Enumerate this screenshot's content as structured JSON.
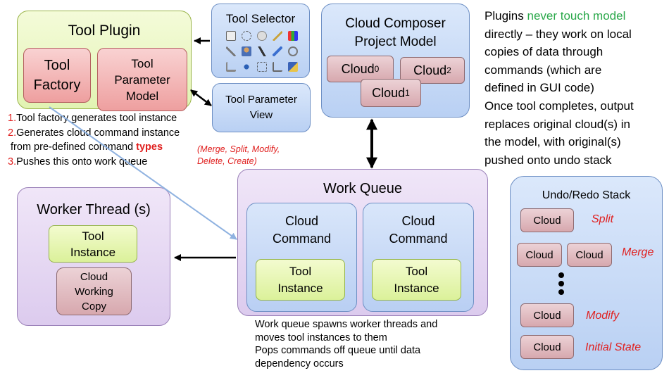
{
  "tool_plugin": {
    "title": "Tool Plugin",
    "factory": [
      "Tool",
      "Factory"
    ],
    "param_model": [
      "Tool",
      "Parameter",
      "Model"
    ]
  },
  "tool_selector": {
    "title": "Tool Selector"
  },
  "tool_param_view": {
    "title": [
      "Tool Parameter",
      "View"
    ]
  },
  "project_model": {
    "title": [
      "Cloud Composer",
      "Project Model"
    ],
    "clouds": [
      {
        "label": "Cloud",
        "sub": "0"
      },
      {
        "label": "Cloud",
        "sub": "2"
      },
      {
        "label": "Cloud",
        "sub": "1"
      }
    ]
  },
  "notes_right": {
    "line1_pre": "Plugins ",
    "line1_highlight": "never touch model",
    "lines": [
      "directly – they work on local",
      "copies of data through",
      "commands (which are",
      "defined in GUI code)",
      "Once tool completes, output",
      "replaces original cloud(s) in",
      "the model, with original(s)",
      "pushed onto undo stack"
    ],
    "highlight_color": "#2aa84a"
  },
  "steps": {
    "s1_num": "1.",
    "s1_text": "Tool factory generates tool instance",
    "s2_num": "2.",
    "s2_text": "Generates cloud command instance",
    "s2b_text": " from pre-defined command ",
    "s2b_bold": "types",
    "types_list": [
      "(Merge, Split, Modify,",
      "Delete, Create)"
    ],
    "s3_num": "3.",
    "s3_text": "Pushes this onto work queue"
  },
  "worker_thread": {
    "title": "Worker Thread (s)",
    "tool_instance": [
      "Tool",
      "Instance"
    ],
    "working_copy": [
      "Cloud",
      "Working",
      "Copy"
    ]
  },
  "work_queue": {
    "title": "Work Queue",
    "commands": [
      {
        "title": [
          "Cloud",
          "Command"
        ],
        "tool": [
          "Tool",
          "Instance"
        ]
      },
      {
        "title": [
          "Cloud",
          "Command"
        ],
        "tool": [
          "Tool",
          "Instance"
        ]
      }
    ],
    "notes": [
      "Work queue spawns worker threads and",
      "moves tool instances to them",
      "Pops commands off queue until data",
      "dependency occurs"
    ]
  },
  "undo_stack": {
    "title": "Undo/Redo Stack",
    "rows": [
      {
        "clouds": [
          "Cloud"
        ],
        "action": "Split"
      },
      {
        "clouds": [
          "Cloud",
          "Cloud"
        ],
        "action": "Merge"
      },
      {
        "clouds": [
          "Cloud"
        ],
        "action": "Modify"
      },
      {
        "clouds": [
          "Cloud"
        ],
        "action": "Initial State"
      }
    ]
  }
}
